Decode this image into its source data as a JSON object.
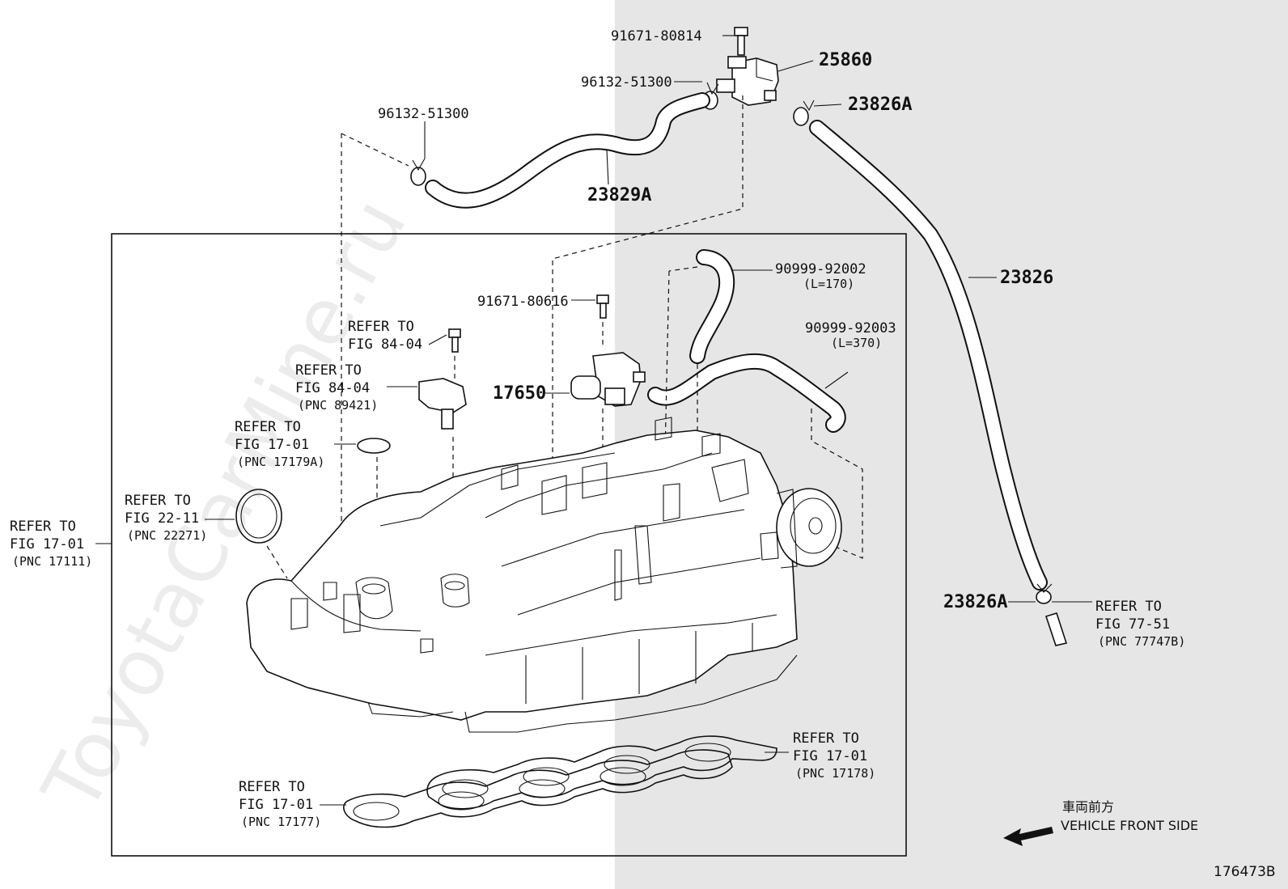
{
  "watermark": "ToyotaCarMine.ru",
  "labels": {
    "p_91671_80814": "91671-80814",
    "p_25860": "25860",
    "p_96132_51300_top": "96132-51300",
    "p_23826A_top": "23826A",
    "p_96132_51300_left": "96132-51300",
    "p_23829A": "23829A",
    "p_23826": "23826",
    "p_90999_92002": "90999-92002",
    "l_170": "(L=170)",
    "p_91671_80616": "91671-80616",
    "p_90999_92003": "90999-92003",
    "l_370": "(L=370)",
    "p_17650": "17650",
    "p_23826A_bottom": "23826A"
  },
  "references": {
    "r1": {
      "refer": "REFER TO",
      "fig": "FIG 84-04",
      "pnc": ""
    },
    "r2": {
      "refer": "REFER TO",
      "fig": "FIG 84-04",
      "pnc": "(PNC 89421)"
    },
    "r3": {
      "refer": "REFER TO",
      "fig": "FIG 17-01",
      "pnc": "(PNC 17179A)"
    },
    "r4": {
      "refer": "REFER TO",
      "fig": "FIG 22-11",
      "pnc": "(PNC 22271)"
    },
    "r5": {
      "refer": "REFER TO",
      "fig": "FIG 17-01",
      "pnc": "(PNC 17111)"
    },
    "r6": {
      "refer": "REFER TO",
      "fig": "FIG 77-51",
      "pnc": "(PNC 77747B)"
    },
    "r7": {
      "refer": "REFER TO",
      "fig": "FIG 17-01",
      "pnc": "(PNC 17178)"
    },
    "r8": {
      "refer": "REFER TO",
      "fig": "FIG 17-01",
      "pnc": "(PNC 17177)"
    }
  },
  "front_indicator": {
    "jp": "車両前方",
    "en": "VEHICLE FRONT SIDE"
  },
  "figure_code": "176473B"
}
